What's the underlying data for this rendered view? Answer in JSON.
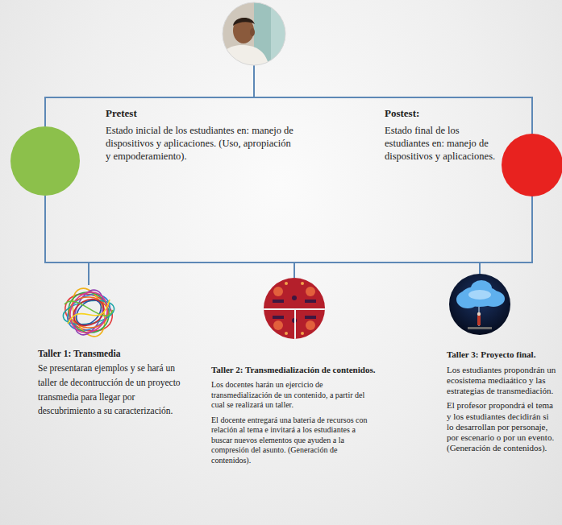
{
  "diagram": {
    "nodes": [
      {
        "text": [
          "Pretest",
          "Estado inicial de los estudiantes en: manejo de dispositivos y aplicaciones. (Uso, apropiación y empoderamiento)."
        ]
      },
      {
        "text": [
          "Postest:",
          "Estado final de los estudiantes en: manejo de dispositivos y aplicaciones."
        ]
      },
      {
        "text": [
          "Taller 1: Transmedia",
          "Se presentaran ejemplos y se hará un taller de decontrucción de un proyecto transmedia para llegar por descubrimiento a su caracterización."
        ]
      },
      {
        "text": [
          "Taller 2: Transmedialización de contenidos.",
          "Los docentes harán un ejercicio de transmedialización de un contenido, a partir del cual se realizará un taller.",
          "El docente entregará una bateria de recursos con relación al tema e invitará a los estudiantes a buscar nuevos elementos que ayuden a la compresión del asunto. (Generación de contenidos)."
        ]
      },
      {
        "text": [
          "Taller 3: Proyecto final.",
          "Los estudiantes propondrán un ecosistema mediaático y las estrategias de transmediación.",
          "El profesor propondrá el tema y los estudiantes decidirán si lo desarrollan por personaje, por escenario o por un evento. (Generación de contenidos)."
        ]
      }
    ],
    "edges": [
      {
        "from": 0,
        "to": 1,
        "arrow": "none"
      },
      {
        "from": 0,
        "to": 2,
        "arrow": "none"
      },
      {
        "from": 0,
        "to": 3,
        "arrow": "none"
      },
      {
        "from": 0,
        "to": 4,
        "arrow": "none"
      }
    ]
  }
}
